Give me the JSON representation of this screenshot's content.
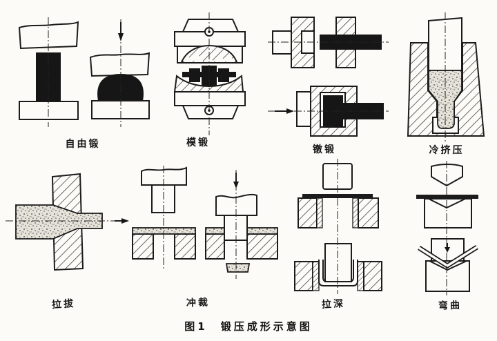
{
  "figure": {
    "caption": "图1　锻压成形示意图",
    "panels": [
      {
        "label": "自由锻"
      },
      {
        "label": "模锻"
      },
      {
        "label": "镦锻"
      },
      {
        "label": "冷挤压"
      },
      {
        "label": "拉拔"
      },
      {
        "label": "冲裁"
      },
      {
        "label": "拉深"
      },
      {
        "label": "弯曲"
      }
    ]
  },
  "colors": {
    "ink": "#1b1b1b",
    "paper": "#fcfbf7",
    "workpiece_black": "#161616",
    "workpiece_stipple_base": "#e6e3da"
  }
}
